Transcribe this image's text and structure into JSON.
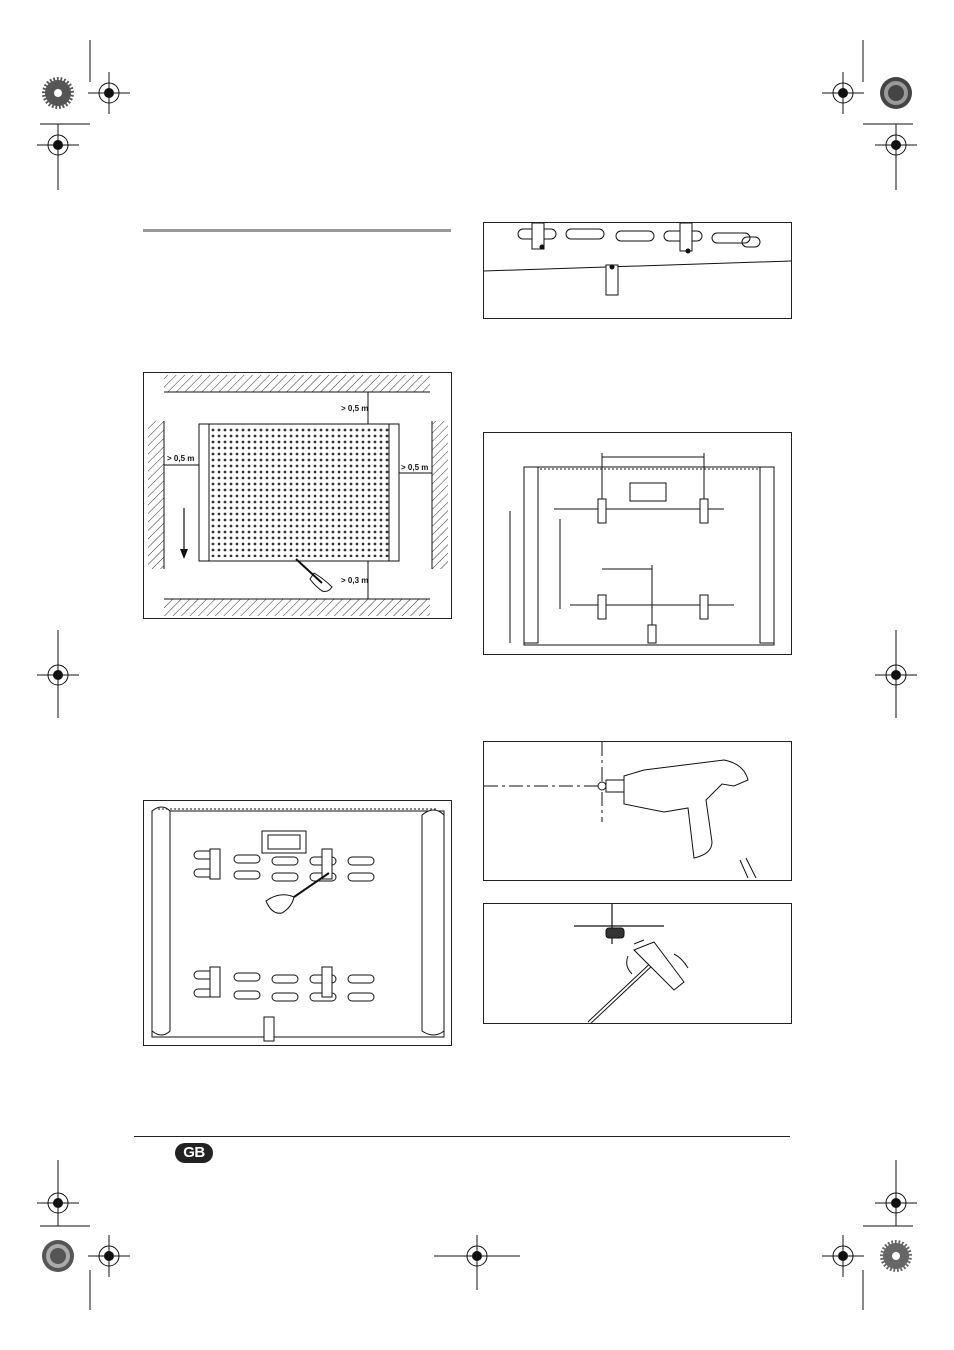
{
  "page": {
    "language_badge": "GB"
  },
  "figures": {
    "clearance": {
      "top_clearance": "> 0,5 m",
      "left_clearance": "> 0,5 m",
      "right_clearance": "> 0,5 m",
      "bottom_clearance": "> 0,3 m"
    }
  },
  "colors": {
    "ink": "#111111",
    "rule_gray": "#9a9a9a",
    "badge_bg": "#222222",
    "badge_text": "#ffffff"
  },
  "icons": [
    "registration-mark-icon",
    "color-target-icon",
    "screwdriver-icon",
    "drill-icon",
    "hammer-icon",
    "wall-plug-icon"
  ]
}
